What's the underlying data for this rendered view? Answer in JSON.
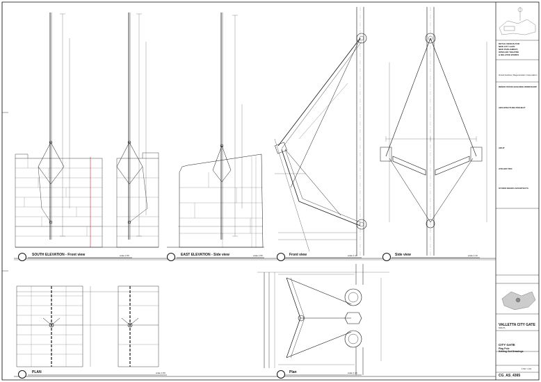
{
  "views": {
    "south_elevation": {
      "title": "SOUTH ELEVATION - Front view",
      "scale": "scale 1:50"
    },
    "east_elevation": {
      "title": "EAST ELEVATION - Side view",
      "scale": "scale 1:50"
    },
    "front_view": {
      "title": "Front view",
      "scale": "scale 1:10"
    },
    "side_view": {
      "title": "Side view",
      "scale": "scale 1:10"
    },
    "plan_left": {
      "title": "PLAN",
      "scale": "scale 1:50"
    },
    "plan_right": {
      "title": "Plan",
      "scale": "scale 1:10"
    }
  },
  "title_block": {
    "project_lines": [
      "DETAIL DESIGN FOR",
      "NEW CITY GATE",
      "NEW PARLIAMENT,",
      "OPEN AIR THEATRE",
      "& RELATED WORKS"
    ],
    "client_name": "Grand Harbour Regeneration Corporation",
    "architect_firm": "RENZO PIANO BUILDING WORKSHOP",
    "consultants": [
      "ARCHITECTURE PROJECT",
      "ARUP",
      "ATELIER TEN",
      "STUDIO RENZO ARCHITECTS"
    ],
    "project_title": "VALLETTA CITY GATE",
    "location": "MALTA",
    "drawing_title_lines": [
      "CITY GATE",
      "Flag Pole",
      "Setting Out Drawings"
    ],
    "scale": "1:50 / 1:10",
    "drawing_number": "CG_AS_4365"
  },
  "colors": {
    "line": "#111111",
    "dim": "#444444",
    "accent": "#cc2222"
  }
}
